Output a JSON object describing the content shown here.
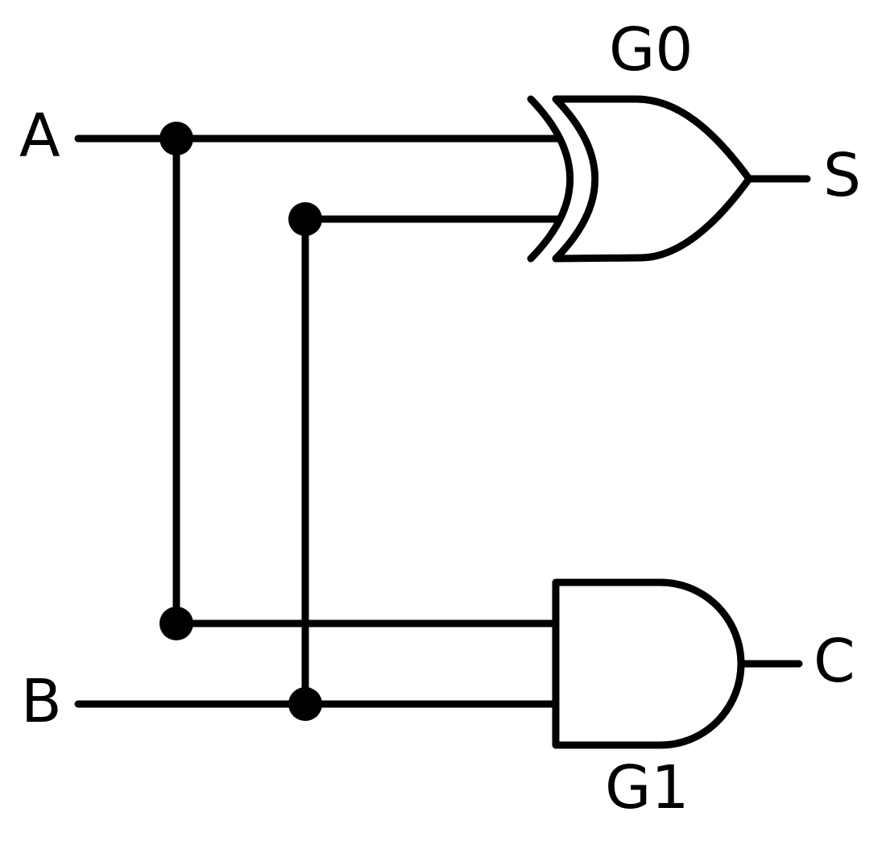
{
  "inputs": {
    "a": "A",
    "b": "B"
  },
  "outputs": {
    "s": "S",
    "c": "C"
  },
  "gates": {
    "g0": {
      "label": "G0",
      "type": "xor-gate"
    },
    "g1": {
      "label": "G1",
      "type": "and-gate"
    }
  },
  "colors": {
    "stroke": "#000000",
    "background": "#ffffff"
  }
}
